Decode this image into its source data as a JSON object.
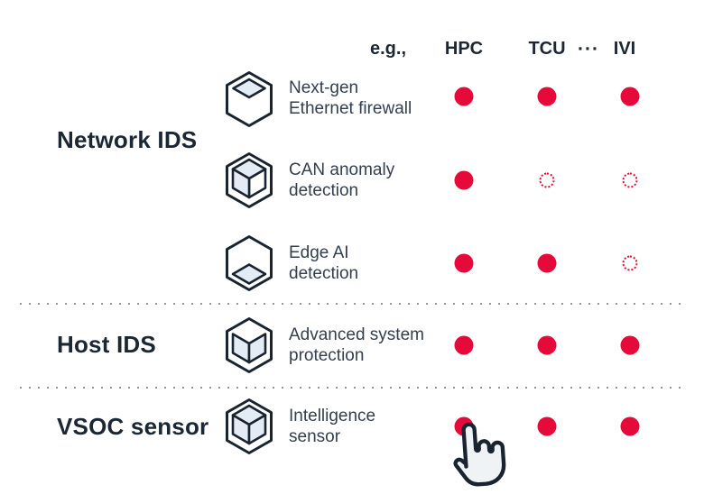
{
  "header": {
    "example_label": "e.g.,",
    "columns": [
      "HPC",
      "TCU",
      "IVI"
    ],
    "ellipsis": "···"
  },
  "sections": [
    {
      "label": "Network IDS",
      "rows": [
        {
          "title_lines": [
            "Next-gen",
            "Ethernet firewall"
          ],
          "icon": "hexagon-cube-top-face",
          "cells": [
            "filled",
            "filled",
            "filled"
          ]
        },
        {
          "title_lines": [
            "CAN anomaly",
            "detection"
          ],
          "icon": "hexagon-cube-top-left-faces",
          "cells": [
            "filled",
            "dotted",
            "dotted"
          ]
        },
        {
          "title_lines": [
            "Edge AI",
            "detection"
          ],
          "icon": "hexagon-cube-bottom-face",
          "cells": [
            "filled",
            "filled",
            "dotted"
          ]
        }
      ]
    },
    {
      "label": "Host IDS",
      "rows": [
        {
          "title_lines": [
            "Advanced system",
            "protection"
          ],
          "icon": "hexagon-open-box",
          "cells": [
            "filled",
            "filled",
            "filled"
          ]
        }
      ]
    },
    {
      "label": "VSOC sensor",
      "rows": [
        {
          "title_lines": [
            "Intelligence",
            "sensor"
          ],
          "icon": "hexagon-full-cube",
          "cells": [
            "filled",
            "filled",
            "filled"
          ]
        }
      ]
    }
  ],
  "cursor": {
    "icon": "hand-pointer-icon",
    "over_row": "Intelligence sensor",
    "over_column": "HPC"
  },
  "colors": {
    "accent_red": "#e60a3b",
    "icon_fill": "#e3ebf5",
    "icon_stroke": "#1a2430",
    "text_strong": "#1c2734",
    "text_body": "#333f4f",
    "separator": "#8f969c"
  }
}
